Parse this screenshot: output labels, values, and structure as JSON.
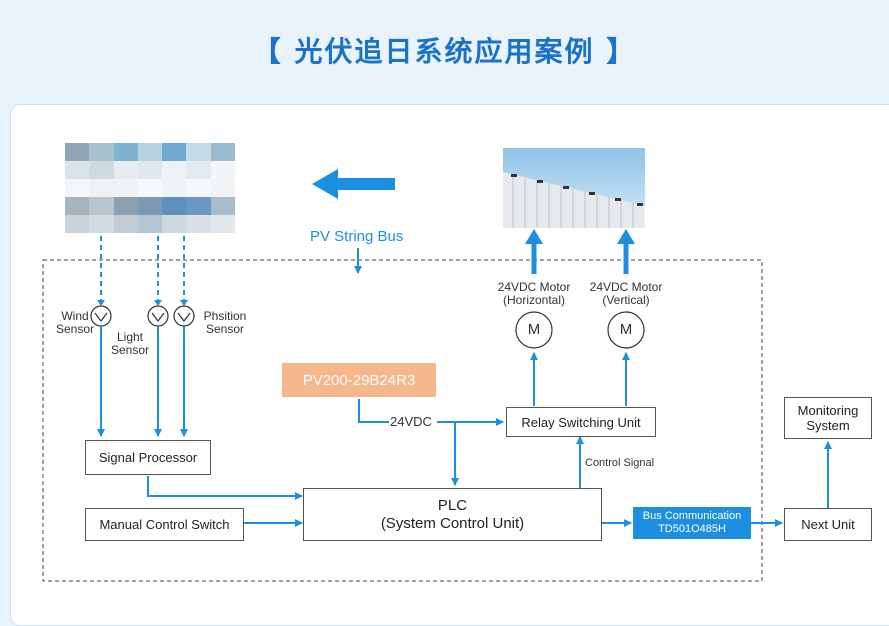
{
  "title": "【 光伏追日系统应用案例 】",
  "bus_label": "PV  String Bus",
  "sensors": {
    "wind": [
      "Wind",
      "Sensor"
    ],
    "light": [
      "Light",
      "Sensor"
    ],
    "position": [
      "Phsition",
      "Sensor"
    ]
  },
  "motors": {
    "horizontal": [
      "24VDC  Motor",
      "(Horizontal)"
    ],
    "vertical": [
      "24VDC  Motor",
      "(Vertical)"
    ],
    "symbol": "M"
  },
  "power_module": "PV200-29B24R3",
  "voltage_label": "24VDC",
  "relay_unit": "Relay Switching Unit",
  "control_signal": "Control  Signal",
  "signal_processor": "Signal Processor",
  "manual_switch": "Manual   Control Switch",
  "plc": [
    "PLC",
    "(System  Control  Unit)"
  ],
  "bus_comm": [
    "Bus Communication",
    "TD501O485H"
  ],
  "next_unit": "Next  Unit",
  "monitoring": [
    "Monitoring",
    "System"
  ],
  "colors": {
    "accent": "#1a73c9",
    "arrow": "#1d8fe0",
    "orange": "#f6b78c"
  }
}
